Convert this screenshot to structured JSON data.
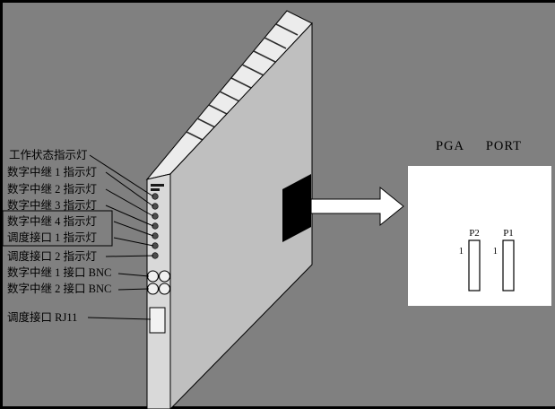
{
  "colors": {
    "background": "#808080",
    "frame": "#000000",
    "faceplate": "#d9d9d9",
    "board_face": "#bfbfbf",
    "card_top_edge": "#ececec",
    "board_connector": "#000000",
    "arrow_fill": "#ffffff",
    "detail_box": "#ffffff"
  },
  "labels": {
    "items": [
      {
        "text": "工作状态指示灯"
      },
      {
        "text": "数字中继 1 指示灯"
      },
      {
        "text": "数字中继 2 指示灯"
      },
      {
        "text": "数字中继 3 指示灯"
      },
      {
        "text": "数字中继 4 指示灯"
      },
      {
        "text": "调度接口 1 指示灯"
      },
      {
        "text": "调度接口 2 指示灯"
      },
      {
        "text": "数字中继 1 接口 BNC"
      },
      {
        "text": "数字中继 2 接口 BNC"
      },
      {
        "text": "调度接口 RJ11"
      }
    ]
  },
  "detail": {
    "title": "PGA PORT",
    "connectors": [
      {
        "label": "P2",
        "pin": "1"
      },
      {
        "label": "P1",
        "pin": "1"
      }
    ]
  }
}
